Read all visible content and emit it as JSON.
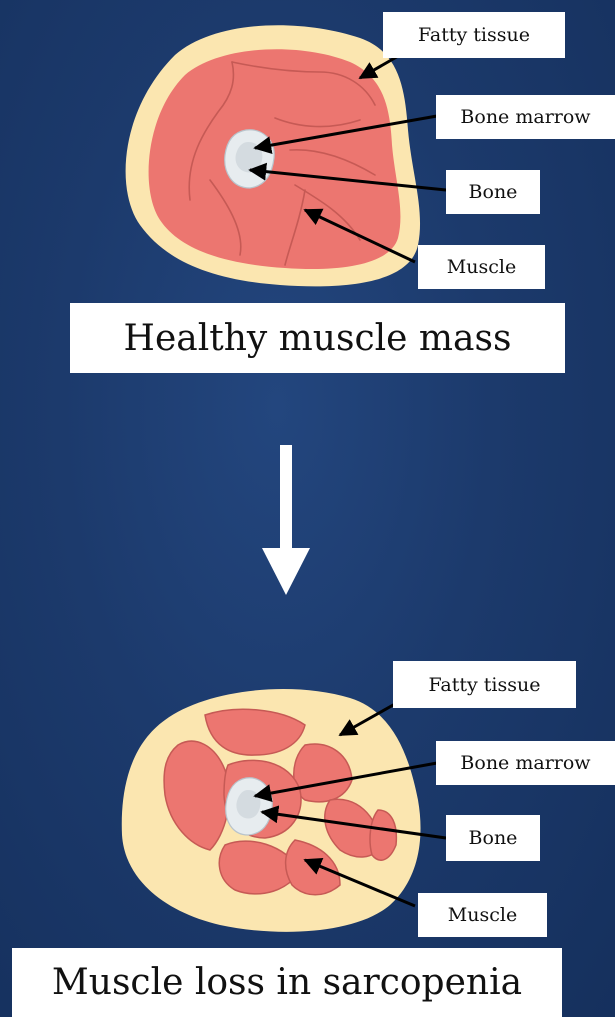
{
  "colors": {
    "background": "#1c3a6c",
    "fat": "#fbe6b0",
    "muscle": "#ec7670",
    "muscle_line": "#c65a55",
    "bone": "#e7ecef",
    "label_bg": "#ffffff",
    "arrow_white": "#ffffff",
    "pointer": "#000000"
  },
  "top_panel": {
    "labels": {
      "fatty_tissue": "Fatty tissue",
      "bone_marrow": "Bone marrow",
      "bone": "Bone",
      "muscle": "Muscle"
    },
    "caption": "Healthy muscle mass"
  },
  "bottom_panel": {
    "labels": {
      "fatty_tissue": "Fatty tissue",
      "bone_marrow": "Bone marrow",
      "bone": "Bone",
      "muscle": "Muscle"
    },
    "caption": "Muscle loss in sarcopenia"
  },
  "transition_arrow": "down-arrow"
}
